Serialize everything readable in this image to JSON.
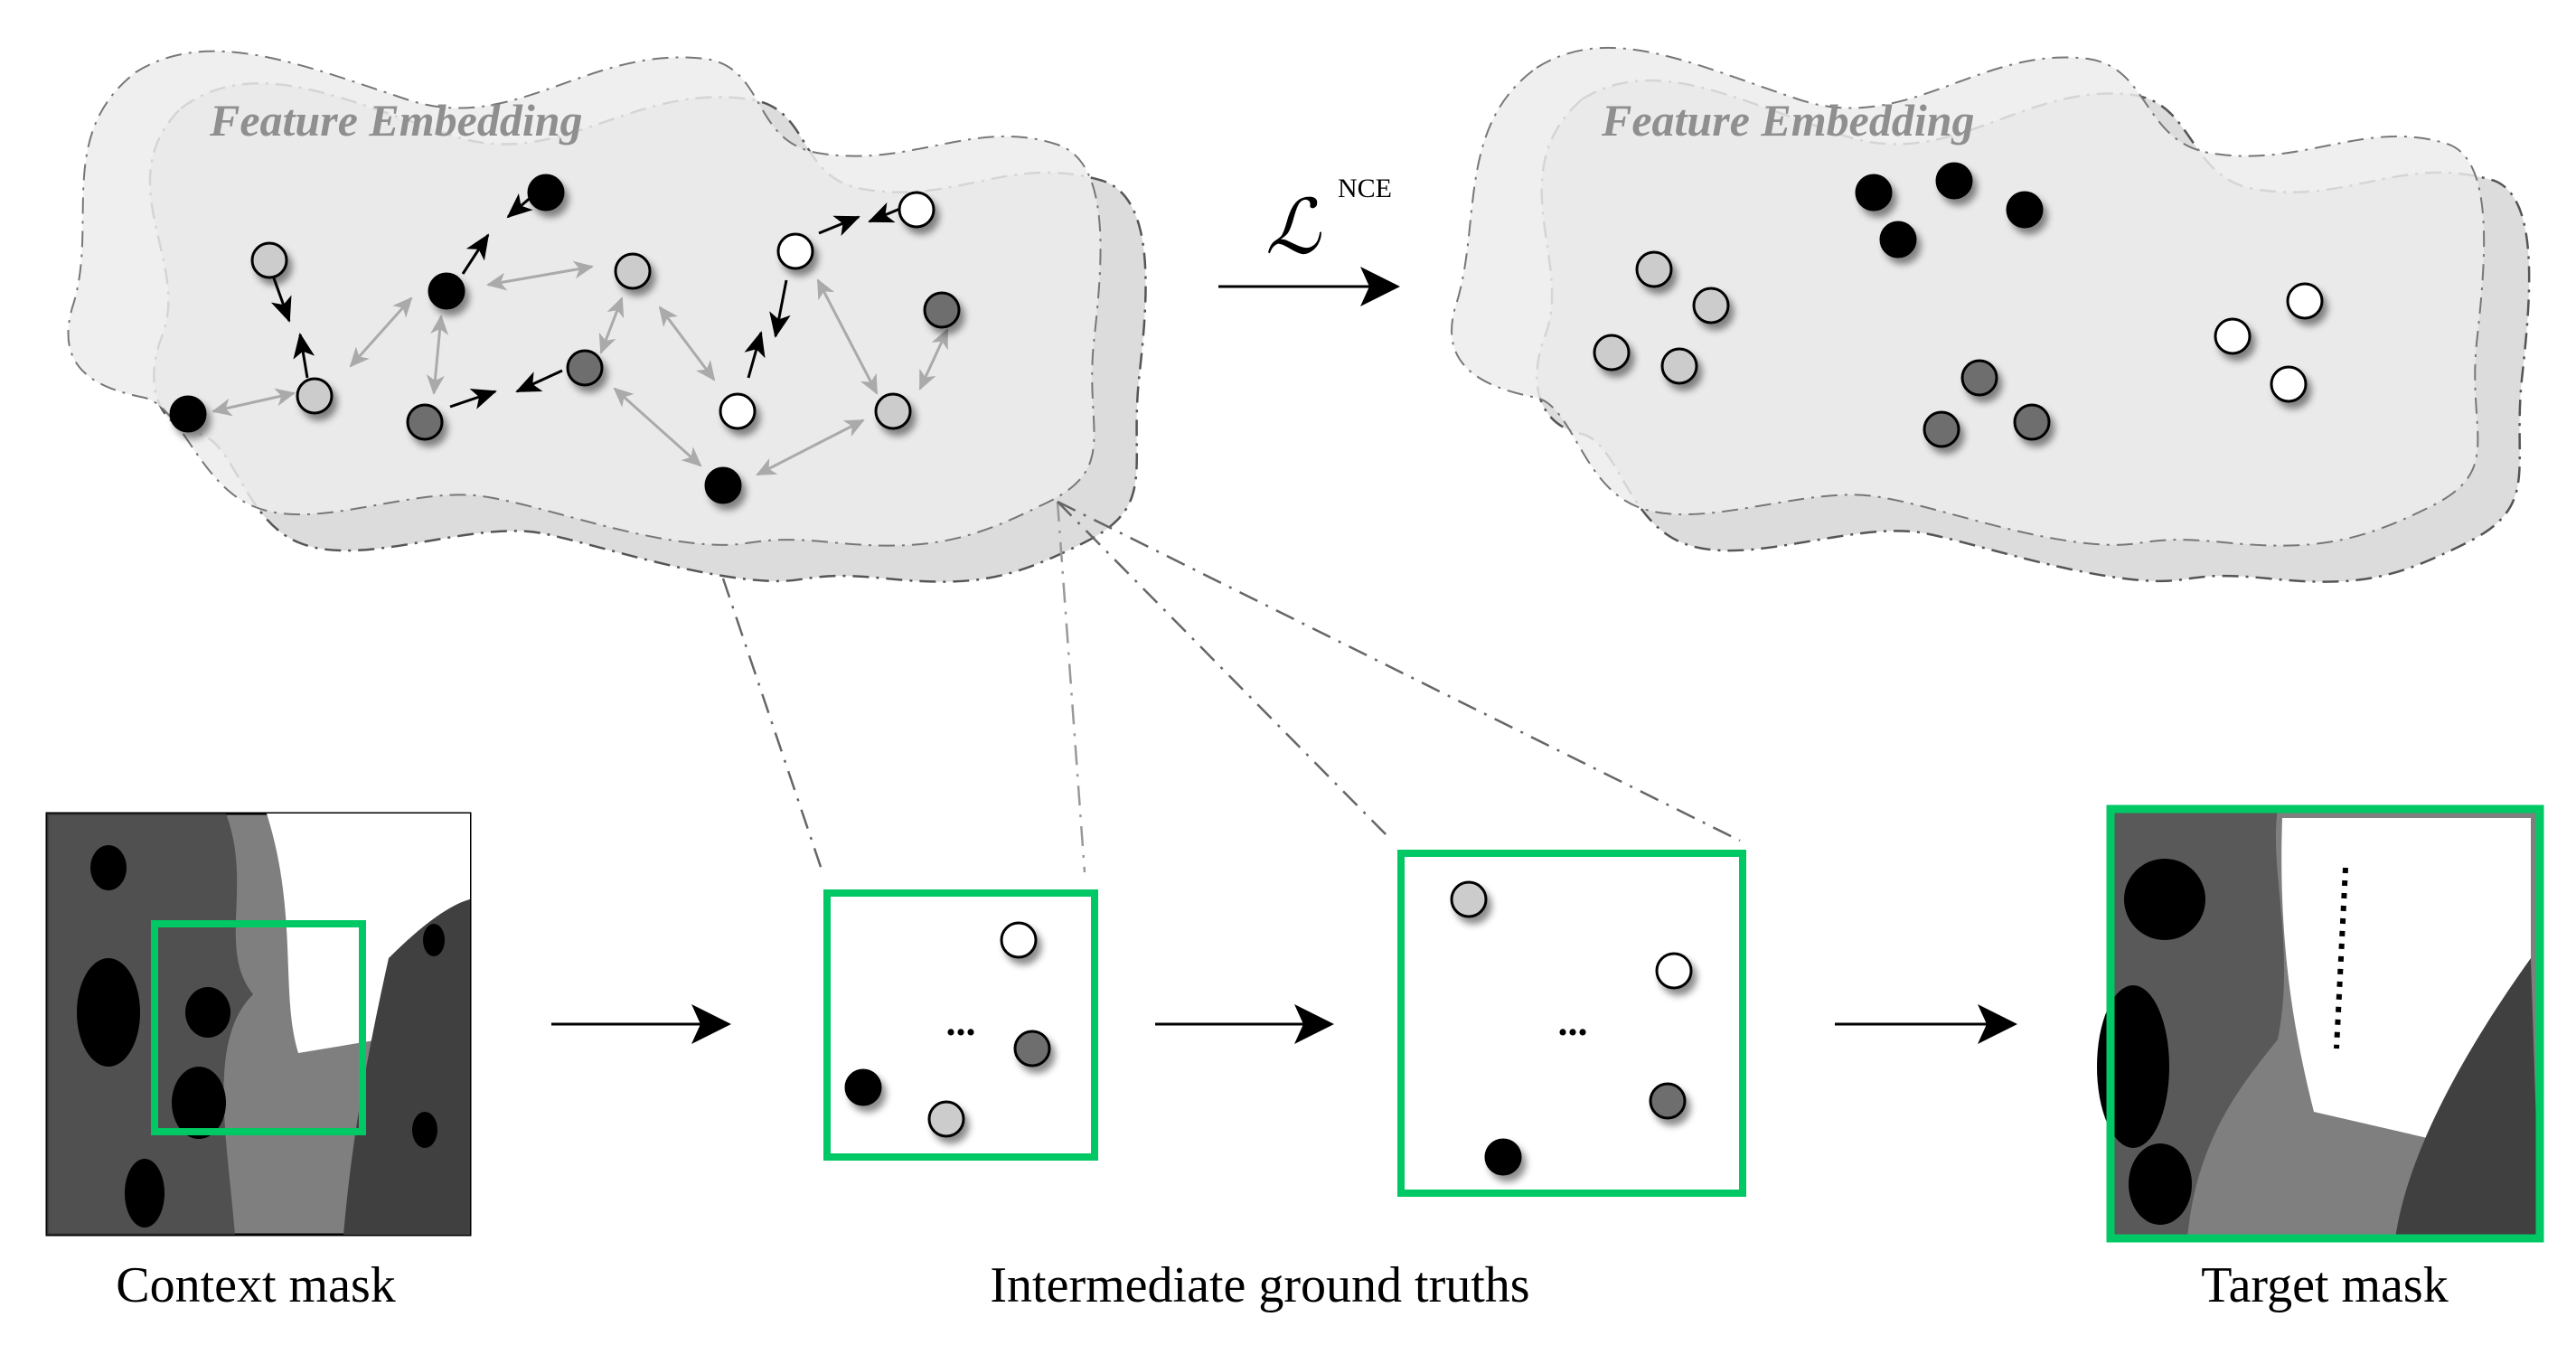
{
  "embedding_before": {
    "title": "Feature Embedding",
    "state": "unclustered with pull/push arrows"
  },
  "loss": {
    "symbol": "ℒ",
    "superscript": "NCE"
  },
  "embedding_after": {
    "title": "Feature Embedding",
    "state": "clustered by class"
  },
  "class_colors": {
    "black": "#000000",
    "light_gray": "#cccccc",
    "dark_gray": "#6e6e6e",
    "white": "#ffffff"
  },
  "accent_color": "#00c864",
  "ellipsis": "...",
  "captions": {
    "context": "Context mask",
    "intermediate": "Intermediate ground truths",
    "target": "Target mask"
  }
}
